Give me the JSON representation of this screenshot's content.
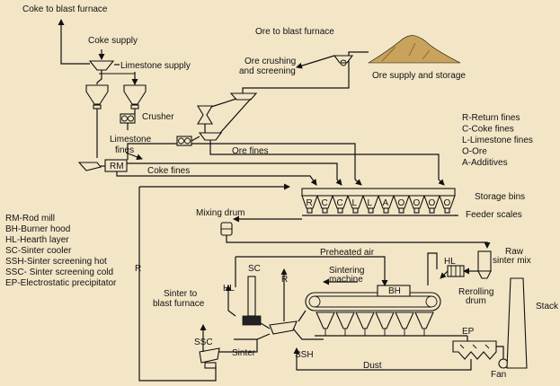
{
  "labels": {
    "coke_to_bf": "Coke to blast furnace",
    "coke_supply": "Coke supply",
    "limestone_supply": "Limestone supply",
    "crusher": "Crusher",
    "limestone_fines": "Limestone\nfines",
    "rm": "RM",
    "coke_fines": "Coke fines",
    "ore_to_bf": "Ore to blast furnace",
    "ore_crushing": "Ore crushing\nand screening",
    "ore_supply": "Ore supply and storage",
    "ore_fines": "Ore fines",
    "storage_bins": "Storage bins",
    "feeder_scales": "Feeder scales",
    "mixing_drum": "Mixing drum",
    "preheated_air": "Preheated air",
    "hl_top": "HL",
    "raw_sinter_mix": "Raw\nsinter mix",
    "sintering_machine": "Sintering\nmachine",
    "bh": "BH",
    "rerolling_drum": "Rerolling\ndrum",
    "stack": "Stack",
    "sc": "SC",
    "hl_left": "HL",
    "r_mid": "R",
    "r_left": "R",
    "sinter_to_bf": "Sinter to\nblast furnace",
    "ssc": "SSC",
    "sinter": "Sinter",
    "ssh": "SSH",
    "dust": "Dust",
    "ep": "EP",
    "fan": "Fan"
  },
  "bins": [
    "R",
    "C",
    "C",
    "L",
    "L",
    "A",
    "O",
    "O",
    "O",
    "O"
  ],
  "legend_right": [
    "R-Return fines",
    "C-Coke fines",
    "L-Limestone fines",
    "O-Ore",
    "A-Additives"
  ],
  "legend_left": [
    "RM-Rod mill",
    "BH-Burner hood",
    "HL-Hearth layer",
    "SC-Sinter cooler",
    "SSH-Sinter screening hot",
    "SSC- Sinter screening cold",
    "EP-Electrostatic precipitator"
  ],
  "colors": {
    "background": "#f3e6c7",
    "ink": "#111111"
  }
}
